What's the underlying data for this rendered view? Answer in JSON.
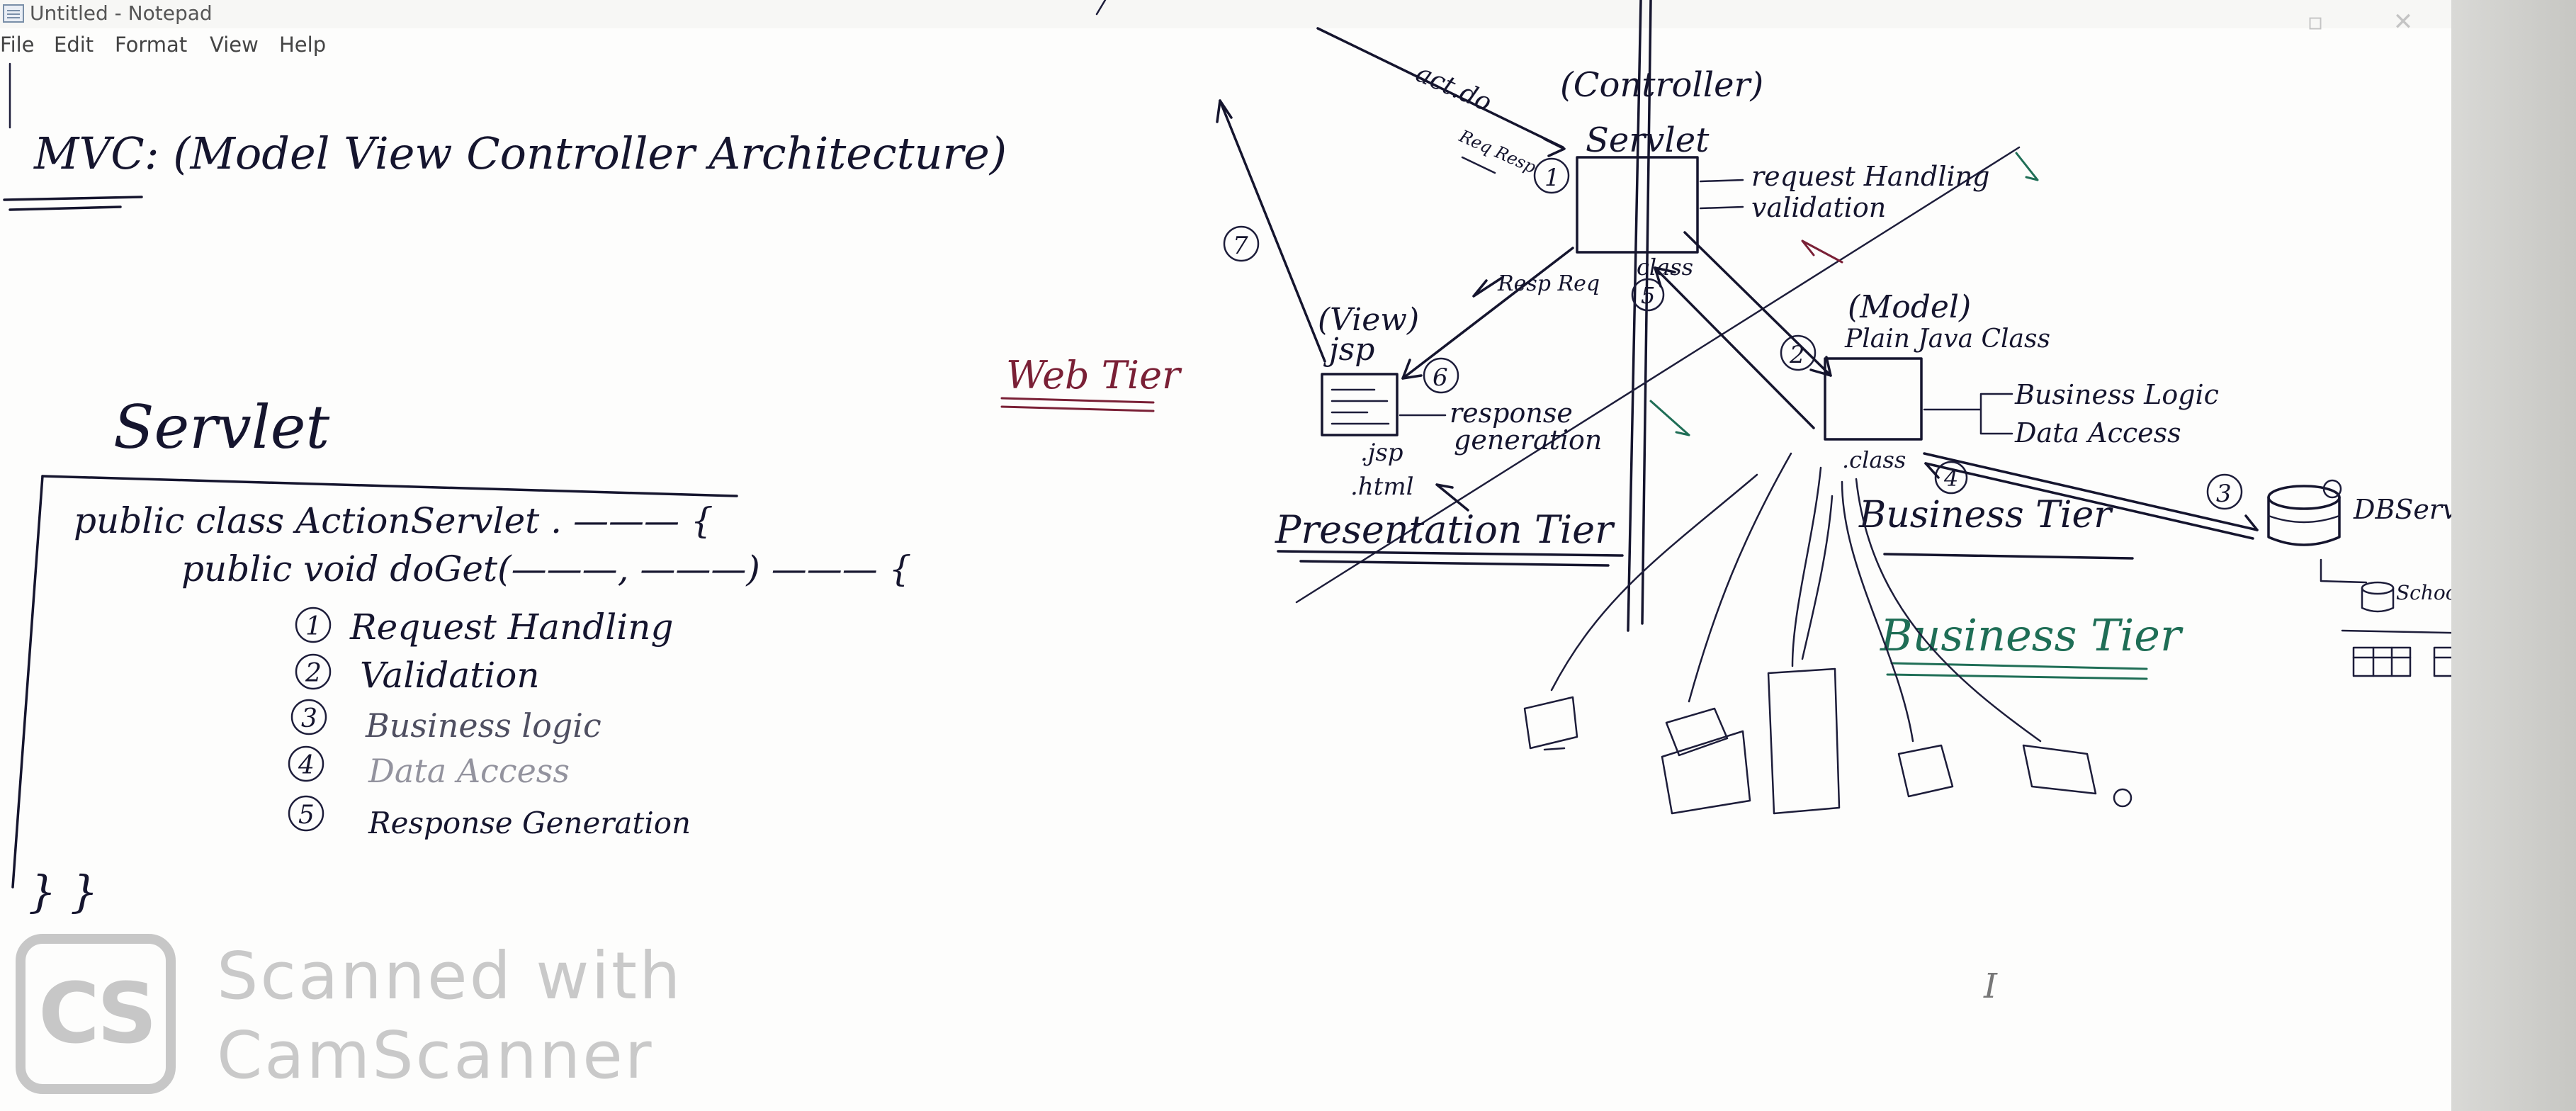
{
  "window": {
    "title": "Untitled - Notepad",
    "menu": [
      "File",
      "Edit",
      "Format",
      "View",
      "Help"
    ]
  },
  "notes": {
    "heading": "MVC: (Model View Controller Architecture)",
    "servlet_title": "Servlet",
    "code_line1": "public class ActionServlet . ——— {",
    "code_line2": "public void doGet(———, ———) ——— {",
    "steps": [
      {
        "num": "1",
        "text": "Request Handling"
      },
      {
        "num": "2",
        "text": "Validation"
      },
      {
        "num": "3",
        "text": "Business logic"
      },
      {
        "num": "4",
        "text": "Data Access"
      },
      {
        "num": "5",
        "text": "Response Generation"
      }
    ],
    "closing": "} }"
  },
  "diagram": {
    "controller_label": "(Controller)",
    "servlet_label": "Servlet",
    "act_do": "act.do",
    "req_resp": "Req Resp",
    "controller_tasks": [
      "request Handling",
      "validation"
    ],
    "class_label": "class",
    "view_label": "(View)",
    "jsp_label": "jsp",
    "resp_req": "Resp Req",
    "view_tasks": [
      "response",
      "generation"
    ],
    "view_files": [
      ".jsp",
      ".html"
    ],
    "presentation_tier": "Presentation Tier",
    "web_tier": "Web Tier",
    "model_label": "(Model)",
    "model_sub": "Plain Java Class",
    "model_tasks": [
      "Business Logic",
      "Data Access"
    ],
    "model_file": ".class",
    "business_tier_box": "Business Tier",
    "business_tier_green": "Business Tier",
    "db_server": "DBServer",
    "school_db": "SchoolDB",
    "numbers": [
      "1",
      "2",
      "3",
      "5",
      "6",
      "7",
      "4"
    ]
  },
  "watermark": {
    "logo": "CS",
    "text": "Scanned with\nCamScanner"
  }
}
